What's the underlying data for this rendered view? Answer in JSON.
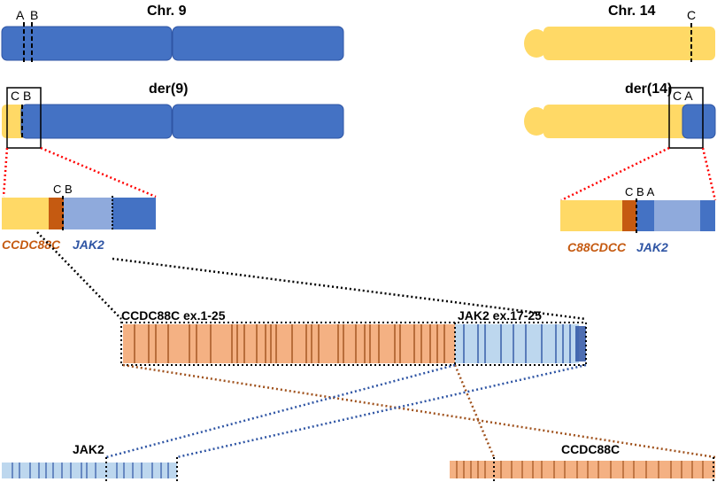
{
  "labels": {
    "chr9_title": "Chr. 9",
    "chr14_title": "Chr. 14",
    "der9_title": "der(9)",
    "der14_title": "der(14)",
    "bp_A": "A",
    "bp_B": "B",
    "bp_C": "C",
    "der9_cb": "C B",
    "der14_ca": "C A",
    "der14_zoom_cba": "C B A",
    "der9_zoom_cb": "C B",
    "gene_ccdc88c_left": "CCDC88C",
    "gene_jak2_left": "JAK2",
    "gene_c88cdcc_right": "C88CDCC",
    "gene_jak2_right": "JAK2",
    "fusion_ccdc88c": "CCDC88C ex.1-25",
    "fusion_jak2": "JAK2 ex.17-25",
    "bottom_jak2": "JAK2",
    "bottom_ccdc88c": "CCDC88C"
  },
  "colors": {
    "chr9_blue": "#4472c4",
    "chr14_yellow": "#ffd966",
    "orange_dark": "#c55a11",
    "light_blue": "#8faadc",
    "pale_blue": "#bdd7ee",
    "peach": "#f4b183",
    "red_dotted": "#ff0000",
    "blue_dotted": "#2f55a4",
    "brown_dotted": "#a0521d",
    "gene_orange_text": "#c55a11",
    "gene_blue_text": "#2f55a4"
  }
}
